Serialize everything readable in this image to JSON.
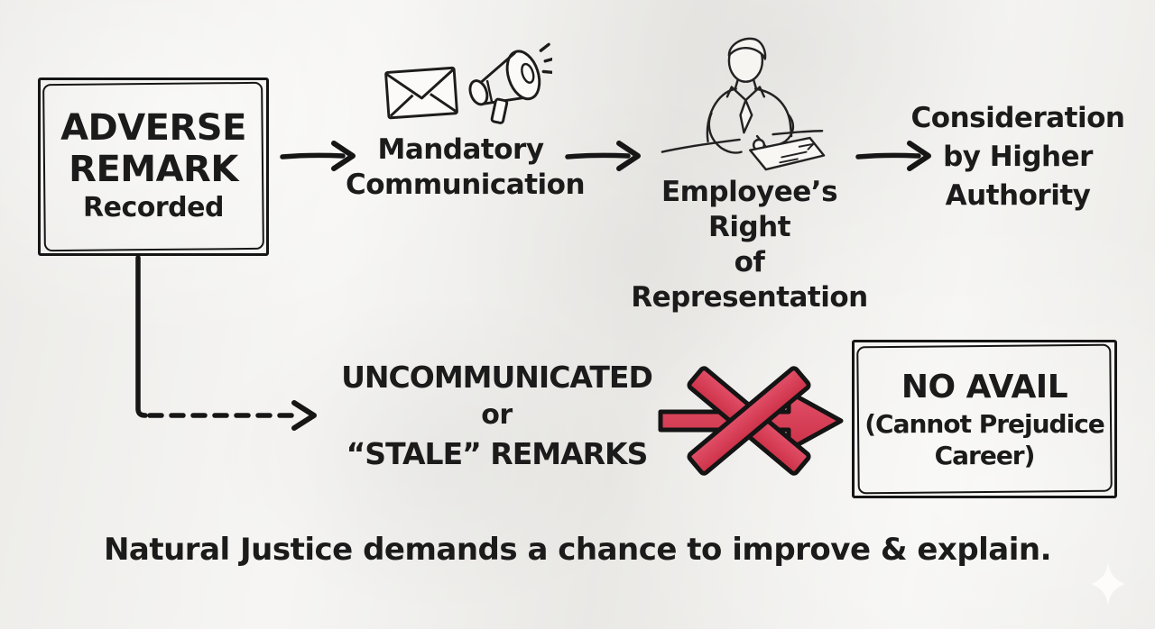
{
  "colors": {
    "ink": "#1b1b1b",
    "paper": "#f0efec",
    "red": "#d73b50"
  },
  "flow": {
    "start_box": {
      "line1": "ADVERSE",
      "line2": "REMARK",
      "line3": "Recorded"
    },
    "step_mandatory": {
      "line1": "Mandatory",
      "line2": "Communication"
    },
    "step_employee": {
      "line1": "Employee’s Right",
      "line2": "of Representation"
    },
    "step_consideration": {
      "line1": "Consideration",
      "line2": "by Higher",
      "line3": "Authority"
    }
  },
  "branch": {
    "stale_label": {
      "line1": "UNCOMMUNICATED",
      "line2": "or",
      "line3": "“STALE” REMARKS"
    },
    "result_box": {
      "line1": "NO AVAIL",
      "line2": "(Cannot Prejudice",
      "line3": "Career)"
    }
  },
  "caption": "Natural Justice demands a chance to improve & explain.",
  "icons": {
    "envelope": "envelope-icon",
    "megaphone": "megaphone-icon",
    "person_writing": "person-writing-icon",
    "crossed_arrow": "red-cross-arrow-icon",
    "sparkle": "sparkle-icon"
  }
}
